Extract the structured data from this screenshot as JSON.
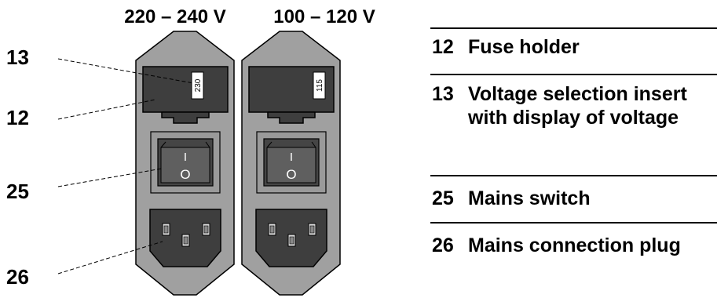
{
  "columns": [
    {
      "voltage_heading": "220 – 240 V",
      "insert_value": "230"
    },
    {
      "voltage_heading": "100 – 120 V",
      "insert_value": "115"
    }
  ],
  "callouts": [
    "13",
    "12",
    "25",
    "26"
  ],
  "switch_marks": {
    "on": "I",
    "off": "O"
  },
  "legend": [
    {
      "number": "12",
      "text": "Fuse holder"
    },
    {
      "number": "13",
      "text": "Voltage selection insert with display of voltage"
    },
    {
      "number": "25",
      "text": "Mains switch"
    },
    {
      "number": "26",
      "text": "Mains connection plug"
    }
  ],
  "colors": {
    "housing": "#a0a0a0",
    "panel": "#3e3e3e",
    "switch_face": "#5f5f5f",
    "line": "#000000"
  }
}
